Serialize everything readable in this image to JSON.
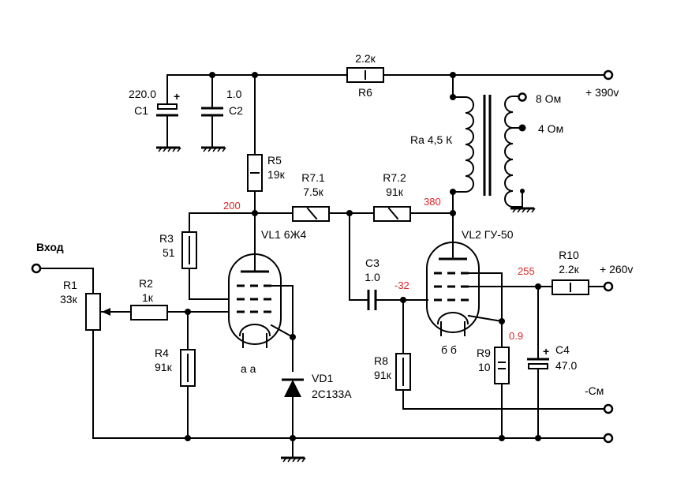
{
  "components": {
    "c1": {
      "value": "220.0",
      "name": "C1",
      "plus": "+"
    },
    "c2": {
      "value": "1.0",
      "name": "C2"
    },
    "r6": {
      "value": "2.2к",
      "name": "R6"
    },
    "supply_390": "+ 390v",
    "out_8": "8 Ом",
    "out_4": "4 Ом",
    "ra": "Ra 4,5 К",
    "r5": {
      "name": "R5",
      "value": "19к"
    },
    "r71": {
      "name": "R7.1",
      "value": "7.5к"
    },
    "r72": {
      "name": "R7.2",
      "value": "91к"
    },
    "r3": {
      "name": "R3",
      "value": "51"
    },
    "vl1": "VL1 6Ж4",
    "vl2": "VL2 ГУ-50",
    "input": "Вход",
    "r1": {
      "name": "R1",
      "value": "33к"
    },
    "r2": {
      "name": "R2",
      "value": "1к"
    },
    "r4": {
      "name": "R4",
      "value": "91к"
    },
    "vd1": {
      "name": "VD1",
      "value": "2С133А"
    },
    "c3": {
      "name": "C3",
      "value": "1.0"
    },
    "r8": {
      "name": "R8",
      "value": "91к"
    },
    "r9": {
      "name": "R9",
      "value": "10"
    },
    "r10": {
      "name": "R10",
      "value": "2.2к"
    },
    "supply_260": "+ 260v",
    "c4": {
      "name": "C4",
      "value": "47.0",
      "plus": "+"
    },
    "bias": "-См",
    "heater_vl1": "а а",
    "heater_vl2": "б б"
  },
  "voltages": {
    "v200": "200",
    "v380": "380",
    "v_32": "-32",
    "v255": "255",
    "v09": "0.9"
  }
}
